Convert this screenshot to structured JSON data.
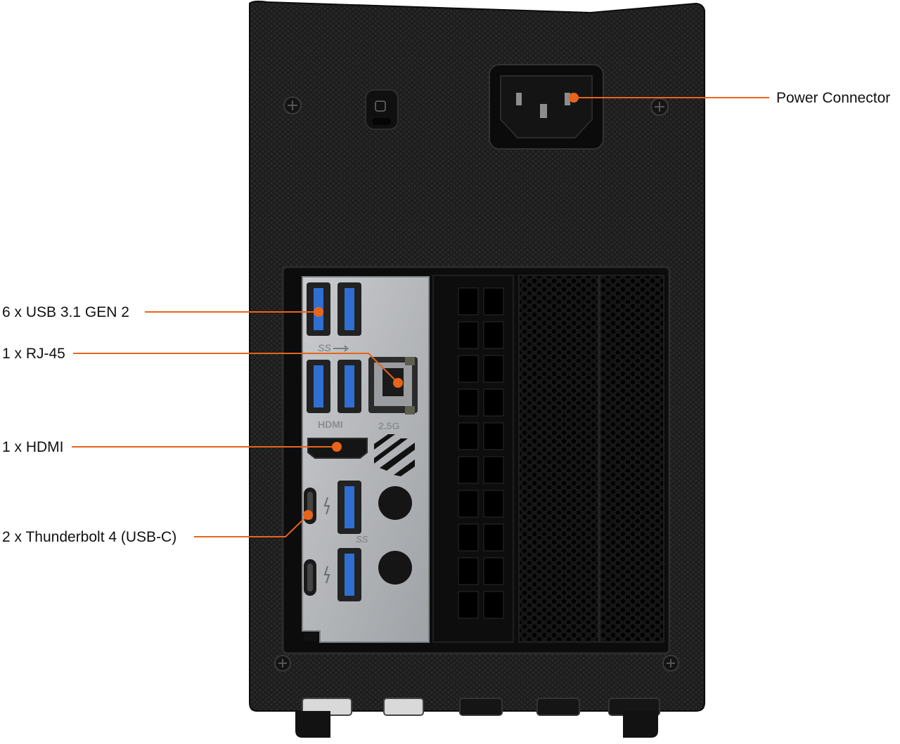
{
  "callouts": {
    "power": "Power Connector",
    "usb": "6 x USB 3.1 GEN 2",
    "rj45": "1 x RJ-45",
    "hdmi": "1 x HDMI",
    "thunderbolt": "2 x Thunderbolt 4 (USB-C)"
  },
  "port_markings": {
    "hdmi_mark": "HDMI",
    "lan_speed": "2.5G",
    "usb_logo": "SS"
  },
  "colors": {
    "accent": "#e8641b",
    "chassis": "#1b1b1b",
    "io_shield": "#b4b6b9",
    "usb_blue": "#2f6fd1",
    "label_text": "#111111"
  },
  "icons": [
    "lock-slot-icon",
    "thunderbolt-icon",
    "usb-superspeed-icon",
    "screw-icon"
  ]
}
